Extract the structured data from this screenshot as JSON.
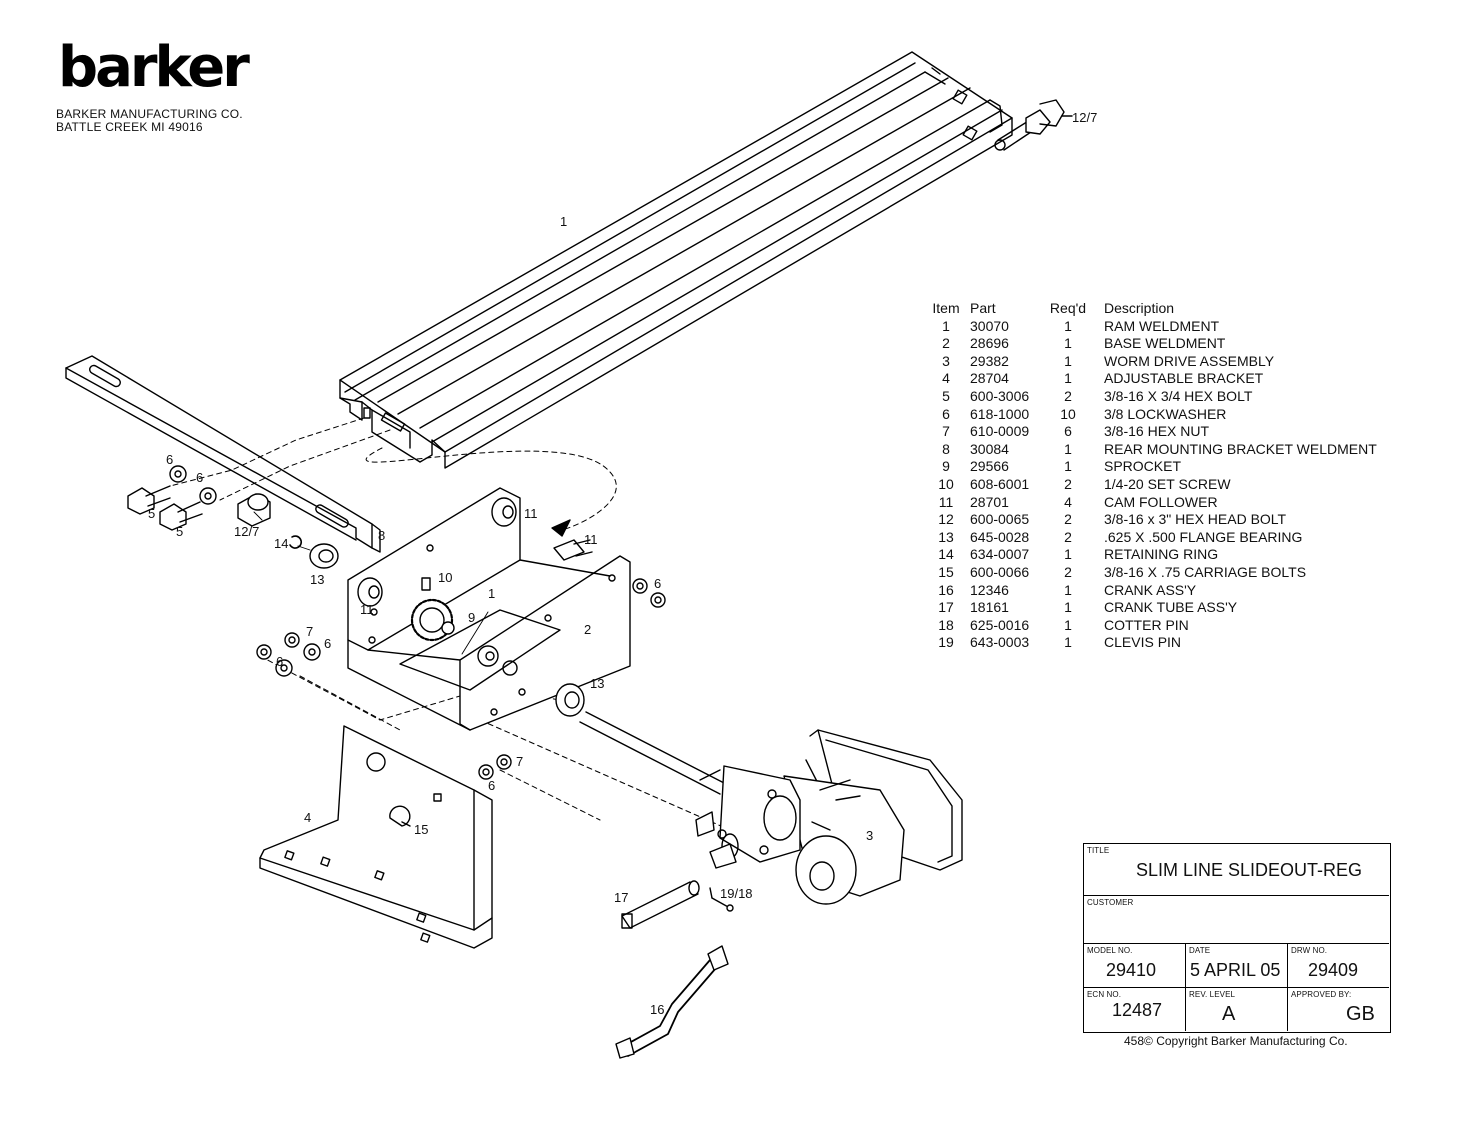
{
  "brand": {
    "logo_text": "barker",
    "company_name": "BARKER MANUFACTURING CO.",
    "company_location": "BATTLE CREEK  MI  49016"
  },
  "callouts": [
    "1",
    "12/7",
    "6",
    "6",
    "5",
    "5",
    "12/7",
    "14",
    "8",
    "13",
    "11",
    "11",
    "11",
    "10",
    "9",
    "1",
    "6",
    "6",
    "2",
    "7",
    "6",
    "13",
    "7",
    "6",
    "4",
    "15",
    "3",
    "17",
    "19/18",
    "16"
  ],
  "parts_table": {
    "headers": {
      "item": "Item",
      "part": "Part",
      "reqd": "Req'd",
      "description": "Description"
    },
    "rows": [
      {
        "item": "1",
        "part": "30070",
        "reqd": "1",
        "description": "RAM WELDMENT"
      },
      {
        "item": "2",
        "part": "28696",
        "reqd": "1",
        "description": "BASE WELDMENT"
      },
      {
        "item": "3",
        "part": "29382",
        "reqd": "1",
        "description": "WORM DRIVE ASSEMBLY"
      },
      {
        "item": "4",
        "part": "28704",
        "reqd": "1",
        "description": "ADJUSTABLE BRACKET"
      },
      {
        "item": "5",
        "part": "600-3006",
        "reqd": "2",
        "description": "3/8-16 X 3/4 HEX BOLT"
      },
      {
        "item": "6",
        "part": "618-1000",
        "reqd": "10",
        "description": "3/8 LOCKWASHER"
      },
      {
        "item": "7",
        "part": "610-0009",
        "reqd": "6",
        "description": "3/8-16 HEX NUT"
      },
      {
        "item": "8",
        "part": "30084",
        "reqd": "1",
        "description": "REAR MOUNTING BRACKET WELDMENT"
      },
      {
        "item": "9",
        "part": "29566",
        "reqd": "1",
        "description": "SPROCKET"
      },
      {
        "item": "10",
        "part": "608-6001",
        "reqd": "2",
        "description": "1/4-20 SET SCREW"
      },
      {
        "item": "11",
        "part": "28701",
        "reqd": "4",
        "description": "CAM FOLLOWER"
      },
      {
        "item": "12",
        "part": "600-0065",
        "reqd": "2",
        "description": "3/8-16 x 3\" HEX HEAD BOLT"
      },
      {
        "item": "13",
        "part": "645-0028",
        "reqd": "2",
        "description": ".625 X .500 FLANGE BEARING"
      },
      {
        "item": "14",
        "part": "634-0007",
        "reqd": "1",
        "description": "RETAINING RING"
      },
      {
        "item": "15",
        "part": "600-0066",
        "reqd": "2",
        "description": "3/8-16 X .75 CARRIAGE BOLTS"
      },
      {
        "item": "16",
        "part": "12346",
        "reqd": "1",
        "description": "CRANK ASS'Y"
      },
      {
        "item": "17",
        "part": "18161",
        "reqd": "1",
        "description": "CRANK TUBE ASS'Y"
      },
      {
        "item": "18",
        "part": "625-0016",
        "reqd": "1",
        "description": "COTTER PIN"
      },
      {
        "item": "19",
        "part": "643-0003",
        "reqd": "1",
        "description": "CLEVIS PIN"
      }
    ]
  },
  "title_block": {
    "title_label": "TITLE",
    "title": "SLIM LINE SLIDEOUT-REG",
    "customer_label": "CUSTOMER",
    "customer": "",
    "model_label": "MODEL NO.",
    "model": "29410",
    "date_label": "DATE",
    "date": "5 APRIL 05",
    "drw_label": "DRW NO.",
    "drw": "29409",
    "ecn_label": "ECN NO.",
    "ecn": "12487",
    "rev_label": "REV. LEVEL",
    "rev": "A",
    "approved_label": "APPROVED BY:",
    "approved": "GB"
  },
  "copyright": "458© Copyright Barker Manufacturing Co."
}
